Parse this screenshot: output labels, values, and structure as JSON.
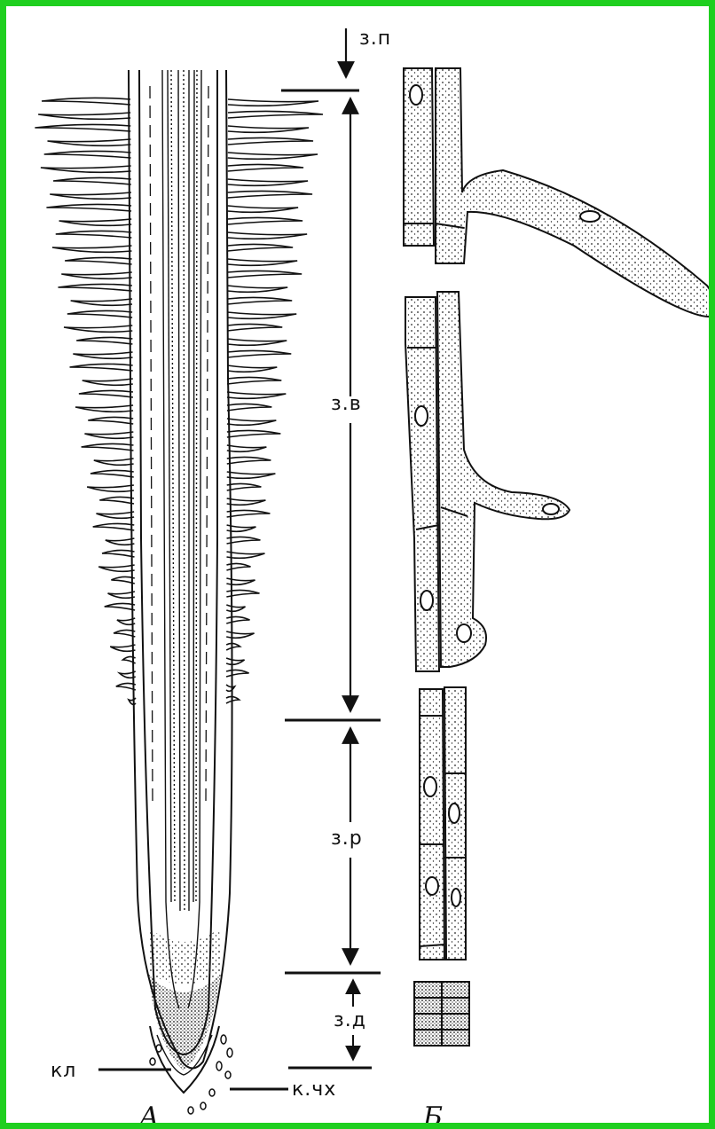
{
  "figure": {
    "panel_a_label": "А",
    "panel_b_label": "Б",
    "zones": {
      "zp": "з.п",
      "zv": "з.в",
      "zr": "з.р",
      "zd": "з.д"
    },
    "parts": {
      "cap": "кл",
      "cap_cells": "к.чх"
    },
    "colors": {
      "frame": "#1fcf1f",
      "ink": "#111111"
    }
  }
}
